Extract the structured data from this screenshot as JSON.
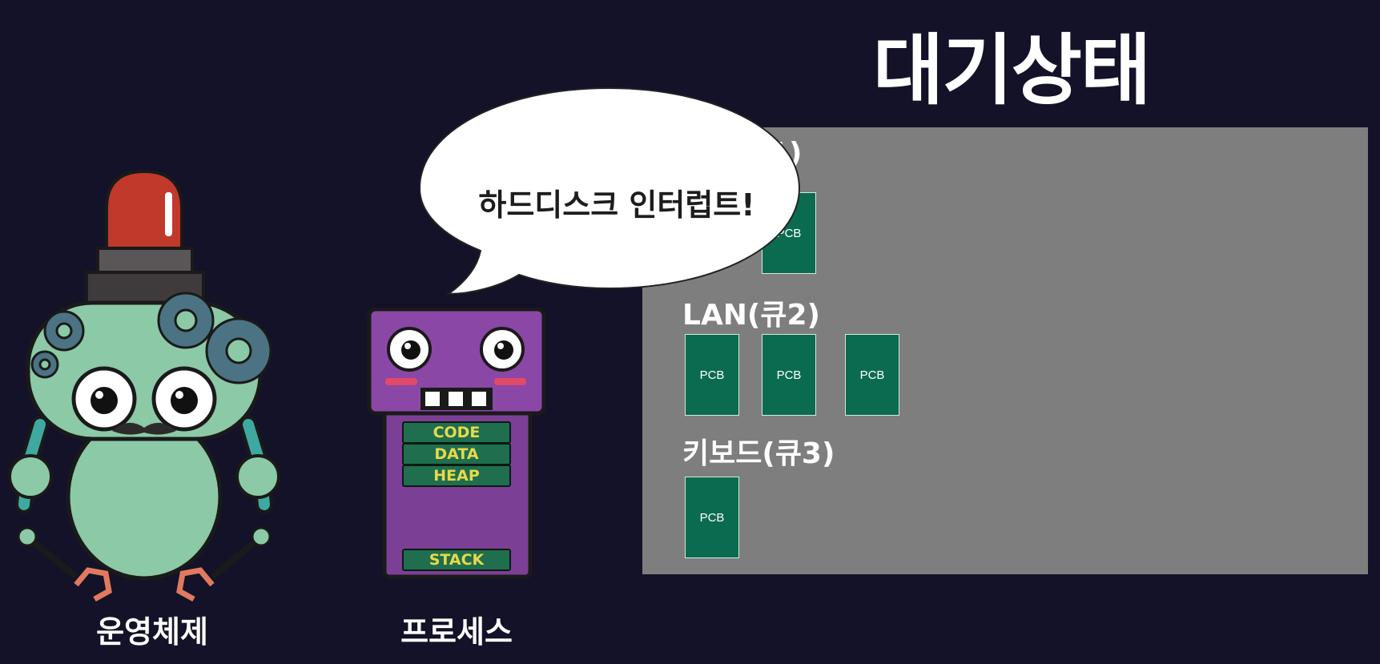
{
  "title": "대기상태",
  "speech_bubble": "하드디스크 인터럽트!",
  "characters": {
    "os_label": "운영체제",
    "process_label": "프로세스"
  },
  "process_segments": {
    "code": "CODE",
    "data": "DATA",
    "heap": "HEAP",
    "stack": "STACK"
  },
  "queues": [
    {
      "label": "1)",
      "pcbs": [
        "PCB"
      ]
    },
    {
      "label": "LAN(큐2)",
      "pcbs": [
        "PCB",
        "PCB",
        "PCB"
      ]
    },
    {
      "label": "키보드(큐3)",
      "pcbs": [
        "PCB"
      ]
    }
  ],
  "colors": {
    "background": "#131228",
    "panel": "#7e7e7e",
    "pcb": "#0b6b51",
    "process_body": "#7c3f96",
    "os_body": "#8cc9a6",
    "siren": "#c0392b"
  }
}
